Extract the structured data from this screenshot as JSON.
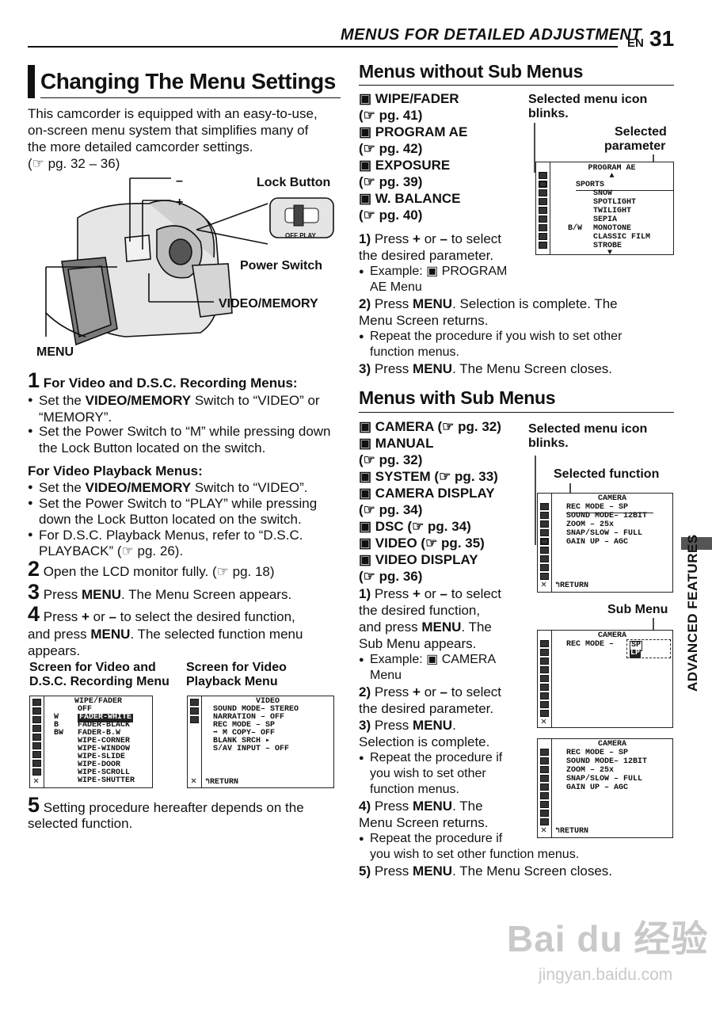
{
  "header": {
    "section_title": "MENUS FOR DETAILED ADJUSTMENT",
    "lang": "EN",
    "page": "31"
  },
  "main_heading": "Changing The Menu Settings",
  "intro": [
    "This camcorder is equipped with an easy-to-use,",
    "on-screen menu system that simplifies many of",
    "the more detailed camcorder settings.",
    "(☞ pg. 32 – 36)"
  ],
  "camera_labels": {
    "minus": "–",
    "plus": "+",
    "lock_button": "Lock Button",
    "power_switch": "Power Switch",
    "video_memory": "VIDEO/MEMORY",
    "menu": "MENU",
    "switch_text": "OFF  PLAY"
  },
  "step1": {
    "num": "1",
    "heading": "For Video and D.S.C. Recording Menus:",
    "bullets": [
      [
        "Set the ",
        "VIDEO/MEMORY",
        " Switch to “VIDEO” or"
      ],
      [
        "“MEMORY”."
      ],
      [
        "Set the Power Switch to “",
        "M",
        "” while pressing down"
      ],
      [
        "the Lock Button located on the switch."
      ]
    ],
    "playback_heading": "For Video Playback Menus:",
    "playback": [
      [
        "Set the ",
        "VIDEO/MEMORY",
        " Switch to “VIDEO”."
      ],
      [
        "Set the Power Switch to “PLAY” while pressing"
      ],
      [
        "down the Lock Button located on the switch."
      ],
      [
        "For D.S.C. Playback Menus, refer to “D.S.C."
      ],
      [
        "PLAYBACK” (☞ pg. 26)."
      ]
    ]
  },
  "step2": {
    "num": "2",
    "text": "Open the LCD monitor fully. (☞ pg. 18)"
  },
  "step3": {
    "num": "3",
    "pre": "Press ",
    "bold": "MENU",
    "post": ". The Menu Screen appears."
  },
  "step4": {
    "num": "4",
    "line1_pre": "Press ",
    "plus": "+",
    "line1_mid": " or ",
    "minus": "–",
    "line1_post": " to select the desired function,",
    "line2_pre": "and press ",
    "menu": "MENU",
    "line2_post": ". The selected function menu",
    "line3": "appears."
  },
  "screens_left": {
    "rec_label": [
      "Screen for Video and",
      "D.S.C. Recording Menu"
    ],
    "play_label": [
      "Screen for Video",
      "Playback Menu"
    ],
    "wipe": {
      "title": "WIPE/FADER",
      "items": [
        "OFF",
        "FADER-WHITE",
        "FADER-BLACK",
        "FADER-B.W",
        "WIPE-CORNER",
        "WIPE-WINDOW",
        "WIPE-SLIDE",
        "WIPE-DOOR",
        "WIPE-SCROLL",
        "WIPE-SHUTTER"
      ],
      "codes": [
        "",
        "W",
        "B",
        "BW",
        "",
        "",
        "",
        "",
        "",
        ""
      ]
    },
    "video": {
      "title": "VIDEO",
      "items": [
        "SOUND MODE– STEREO",
        "NARRATION – OFF",
        "REC MODE  – SP",
        "  ➡ M COPY– OFF",
        "BLANK SRCH ▸",
        "S/AV INPUT – OFF"
      ],
      "return": "RETURN"
    }
  },
  "step5": {
    "num": "5",
    "line1": "Setting procedure hereafter depends on the",
    "line2": "selected function."
  },
  "without_sub": {
    "heading": "Menus without Sub Menus",
    "items": [
      [
        "WIPE/FADER",
        "(☞ pg. 41)"
      ],
      [
        "PROGRAM AE",
        "(☞ pg. 42)"
      ],
      [
        "EXPOSURE",
        "(☞ pg. 39)"
      ],
      [
        "W. BALANCE",
        "(☞ pg. 40)"
      ]
    ],
    "label_blinks": [
      "Selected menu icon",
      "blinks."
    ],
    "label_param": [
      "Selected",
      "parameter"
    ],
    "screen": {
      "title": "PROGRAM AE",
      "items": [
        "SPORTS",
        "SNOW",
        "SPOTLIGHT",
        "TWILIGHT",
        "SEPIA",
        "MONOTONE",
        "CLASSIC FILM",
        "STROBE"
      ],
      "codes": [
        "",
        "",
        "",
        "",
        "",
        "B/W",
        "",
        ""
      ],
      "up": "▲",
      "down": "▼"
    },
    "s1": [
      "1)",
      " Press ",
      "+",
      " or ",
      "–",
      " to select",
      "the desired parameter."
    ],
    "s1_example": [
      "Example: ",
      "PROGRAM",
      "AE Menu"
    ],
    "s2": [
      "2)",
      " Press ",
      "MENU",
      ". Selection is complete. The",
      "Menu Screen returns."
    ],
    "s2_bullet": [
      "Repeat the procedure if you wish to set other",
      "function menus."
    ],
    "s3": [
      "3)",
      " Press ",
      "MENU",
      ". The Menu Screen closes."
    ]
  },
  "with_sub": {
    "heading": "Menus with Sub Menus",
    "items": [
      [
        "CAMERA (☞ pg. 32)"
      ],
      [
        "MANUAL",
        "(☞ pg. 32)"
      ],
      [
        "SYSTEM (☞ pg. 33)"
      ],
      [
        "CAMERA DISPLAY",
        "(☞ pg. 34)"
      ],
      [
        "DSC (☞ pg. 34)"
      ],
      [
        "VIDEO (☞ pg. 35)"
      ],
      [
        "VIDEO DISPLAY",
        "(☞ pg. 36)"
      ]
    ],
    "label_blinks": [
      "Selected menu icon",
      "blinks."
    ],
    "label_function": "Selected function",
    "label_submenu": "Sub Menu",
    "screen_camera": {
      "title": "CAMERA",
      "items": [
        "REC MODE   –  SP",
        "SOUND MODE– 12BIT",
        "ZOOM       –  25x",
        "SNAP/SLOW  –  FULL",
        "GAIN UP    –  AGC"
      ],
      "return": "RETURN"
    },
    "screen_sub": {
      "title": "CAMERA",
      "items": [
        "REC MODE  –"
      ],
      "options": [
        "SP",
        "LP"
      ]
    },
    "s1": [
      "1)",
      " Press ",
      "+",
      " or ",
      "–",
      " to select",
      "the desired function,",
      "and press ",
      "MENU",
      ". The",
      "Sub Menu appears."
    ],
    "s1_example": [
      "Example: ",
      "CAMERA",
      "Menu"
    ],
    "s2": [
      "2)",
      " Press ",
      "+",
      " or ",
      "–",
      " to select",
      "the desired parameter."
    ],
    "s3": [
      "3)",
      " Press ",
      "MENU",
      ".",
      "Selection is complete."
    ],
    "s3_bullet": [
      "Repeat the procedure if",
      "you wish to set other",
      "function menus."
    ],
    "s4": [
      "4)",
      " Press ",
      "MENU",
      ". The",
      "Menu Screen returns."
    ],
    "s4_bullet": [
      "Repeat the procedure if",
      "you wish to set other function menus."
    ],
    "s5": [
      "5)",
      " Press ",
      "MENU",
      ". The Menu Screen closes."
    ]
  },
  "side_tab": "ADVANCED FEATURES",
  "watermark": {
    "brand": "Bai du 经验",
    "url": "jingyan.baidu.com"
  }
}
